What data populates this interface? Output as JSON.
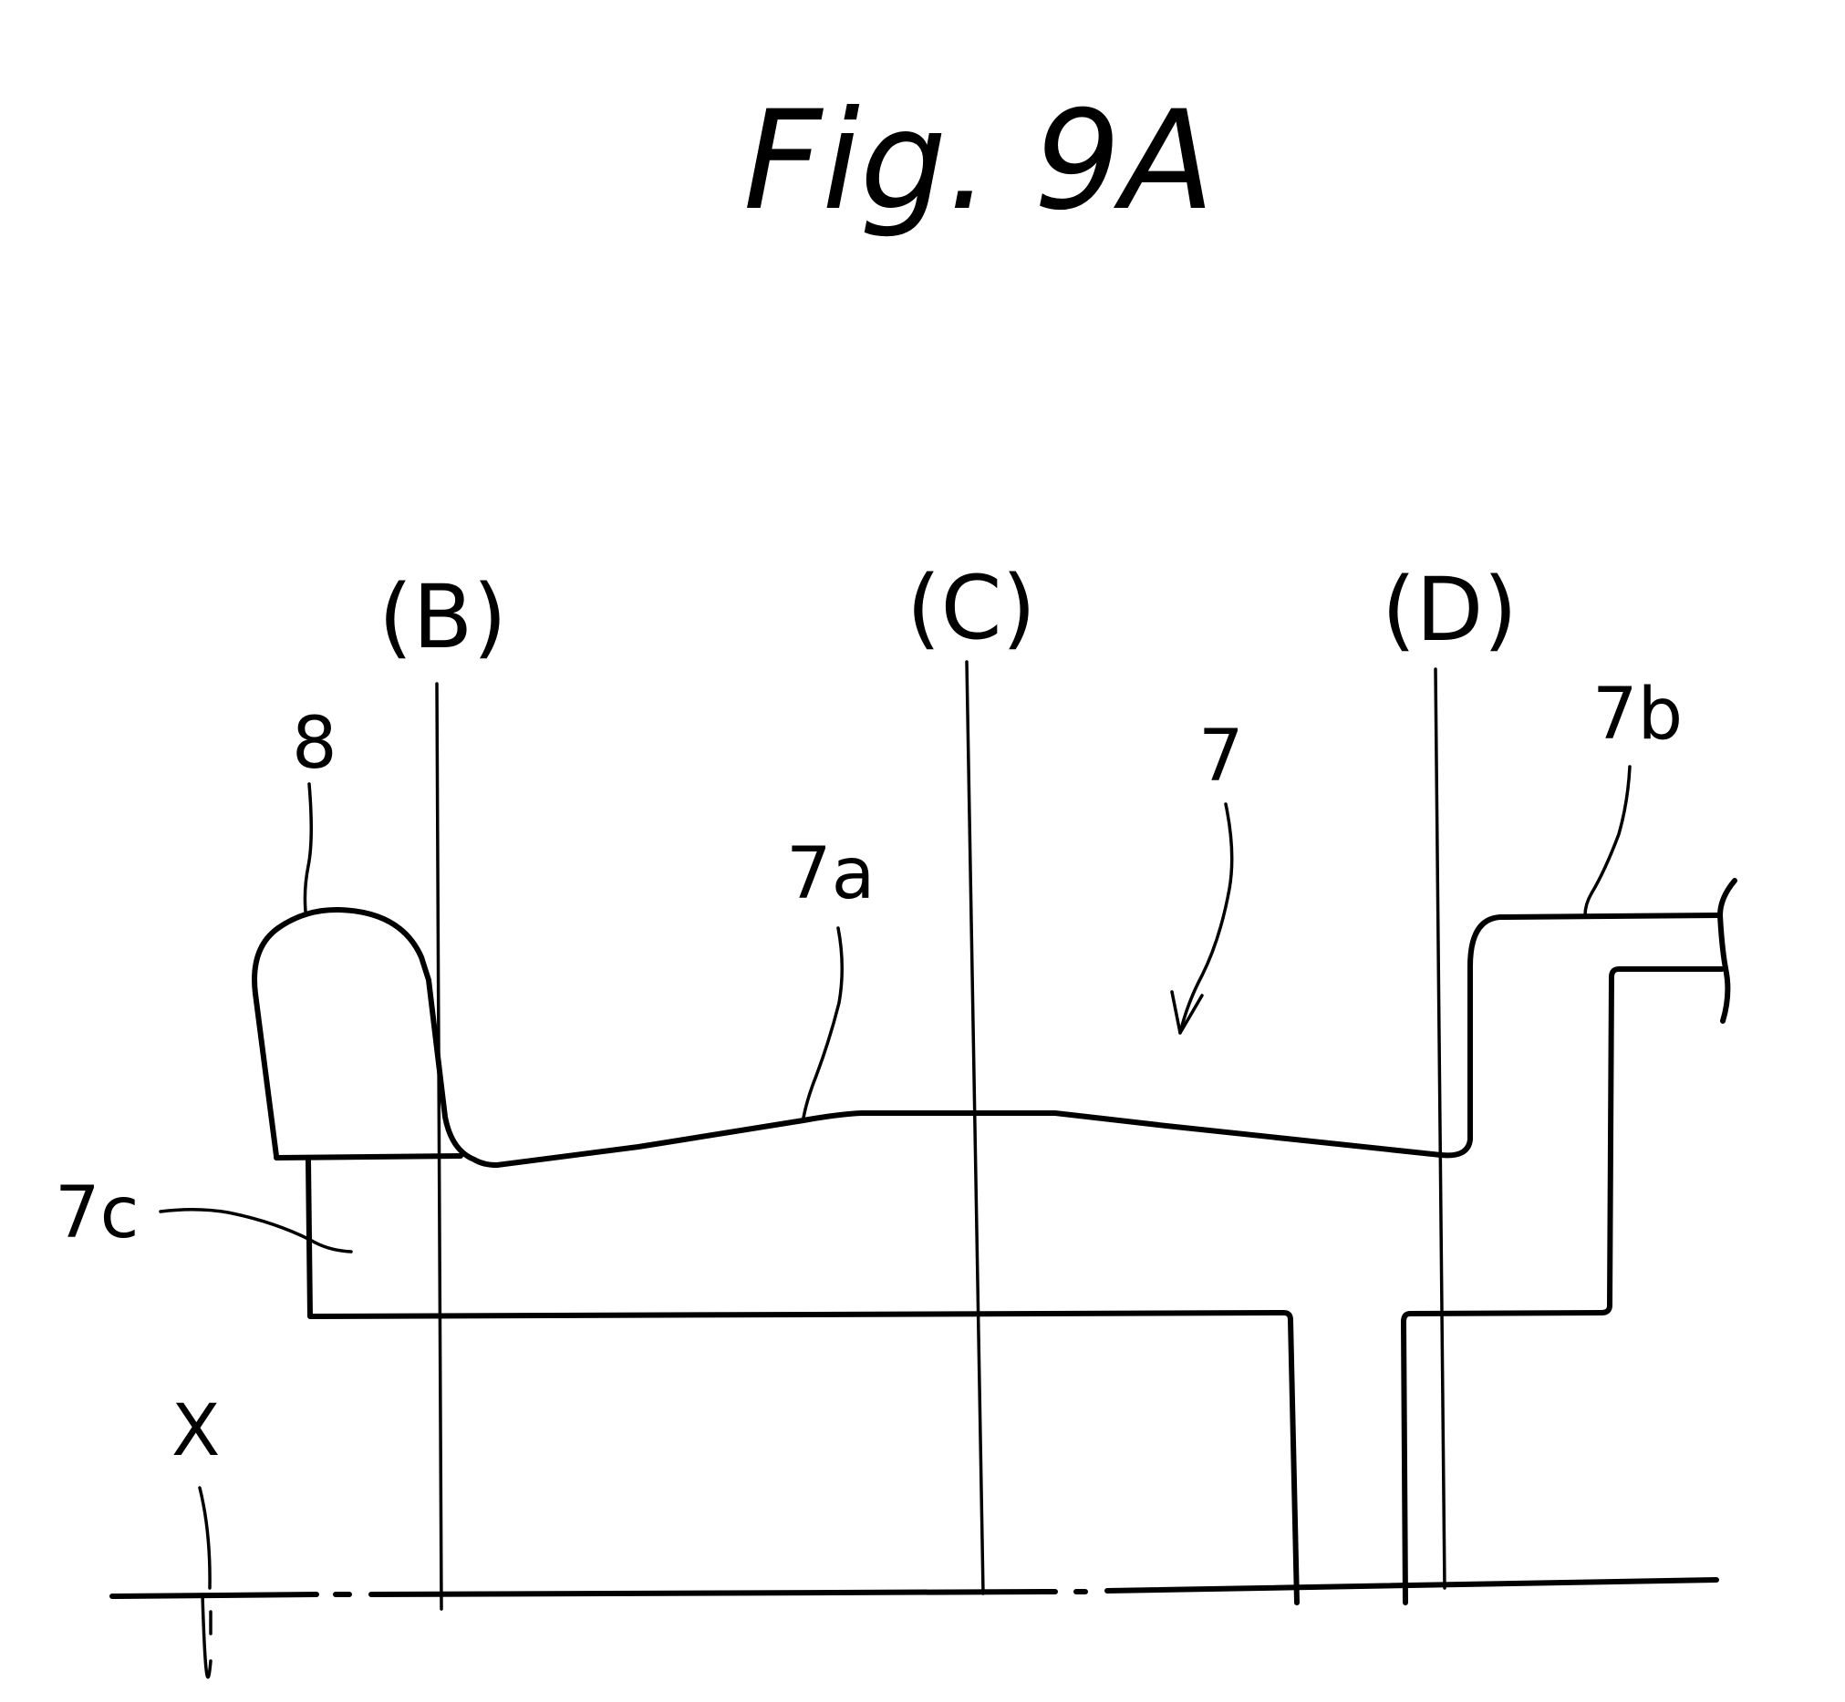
{
  "figure": {
    "title": "Fig. 9A",
    "section_labels": {
      "b": "(B)",
      "c": "(C)",
      "d": "(D)"
    },
    "reference_labels": {
      "part_8": "8",
      "part_7": "7",
      "part_7a": "7a",
      "part_7b": "7b",
      "part_7c": "7c",
      "axis_x": "X"
    }
  }
}
